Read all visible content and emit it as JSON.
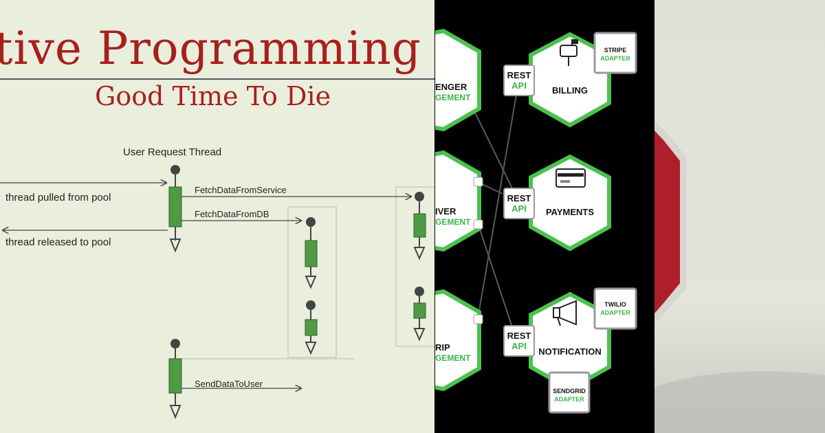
{
  "left_panel": {
    "title": "tive Programming in",
    "subtitle": "Good Time To Die",
    "thread_label": "User Request Thread",
    "pulled_label": "thread pulled from pool",
    "released_label": "thread released to pool",
    "fetch_service": "FetchDataFromService",
    "fetch_db": "FetchDataFromDB",
    "send_user": "SendDataToUser"
  },
  "mid_panel": {
    "services": {
      "passenger": [
        "ENGER",
        "GEMENT"
      ],
      "driver": [
        "IVER",
        "GEMENT"
      ],
      "trip": [
        "RIP",
        "GEMENT"
      ],
      "billing": "BILLING",
      "payments": "PAYMENTS",
      "notification": "NOTIFICATION"
    },
    "rest_api": {
      "line1": "REST",
      "line2": "API"
    },
    "adapters": {
      "stripe": [
        "STRIPE",
        "ADAPTER"
      ],
      "twilio": [
        "TWILIO",
        "ADAPTER"
      ],
      "sendgrid": [
        "SENDGRID",
        "ADAPTER"
      ]
    }
  },
  "colors": {
    "title": "#a8201c",
    "green": "#3bb54a",
    "hex_border": "#4cc14f",
    "bar": "#4f9a45"
  }
}
